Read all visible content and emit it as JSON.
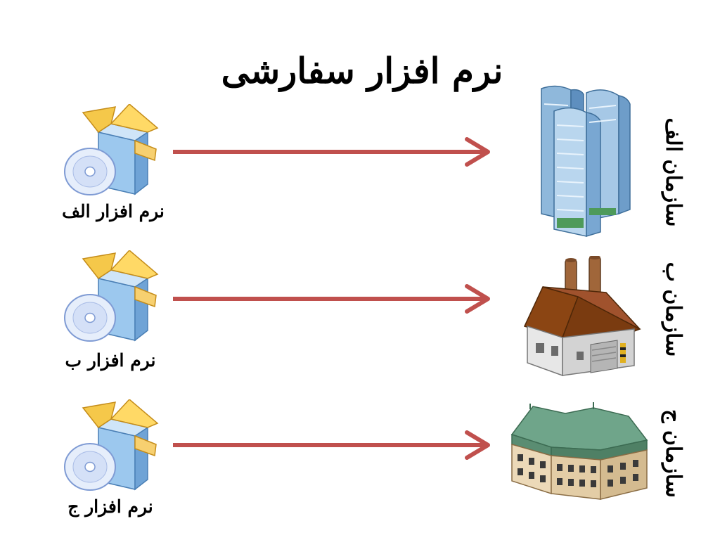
{
  "title": "نرم افزار سفارشی",
  "rows": [
    {
      "software_label": "نرم افزار الف",
      "org_label": "سازمان الف",
      "software_icon": "software-box-cd-icon",
      "org_icon": "skyscraper-icon"
    },
    {
      "software_label": "نرم افزار ب",
      "org_label": "سازمان ب",
      "software_icon": "software-box-cd-icon",
      "org_icon": "factory-icon"
    },
    {
      "software_label": "نرم افزار ج",
      "org_label": "سازمان ج",
      "software_icon": "software-box-cd-icon",
      "org_icon": "government-building-icon"
    }
  ],
  "colors": {
    "arrow": "#c0504d",
    "box_yellow": "#f5c84a",
    "box_blue": "#9cc8ee",
    "roof_brown": "#8b4513",
    "roof_green": "#6fa58a"
  }
}
